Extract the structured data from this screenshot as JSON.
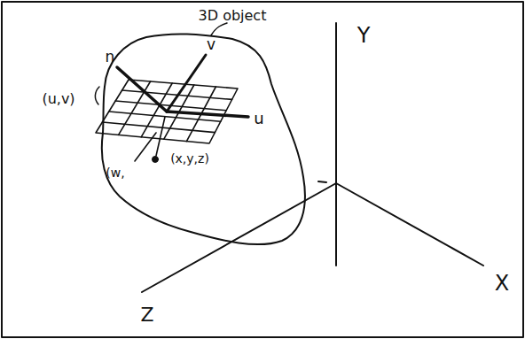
{
  "diagram": {
    "labels": [
      "3D object",
      "v",
      "n",
      "(u,v)",
      "u",
      "(x,y,z)",
      "(w,",
      "Y",
      "X",
      "Z"
    ]
  }
}
